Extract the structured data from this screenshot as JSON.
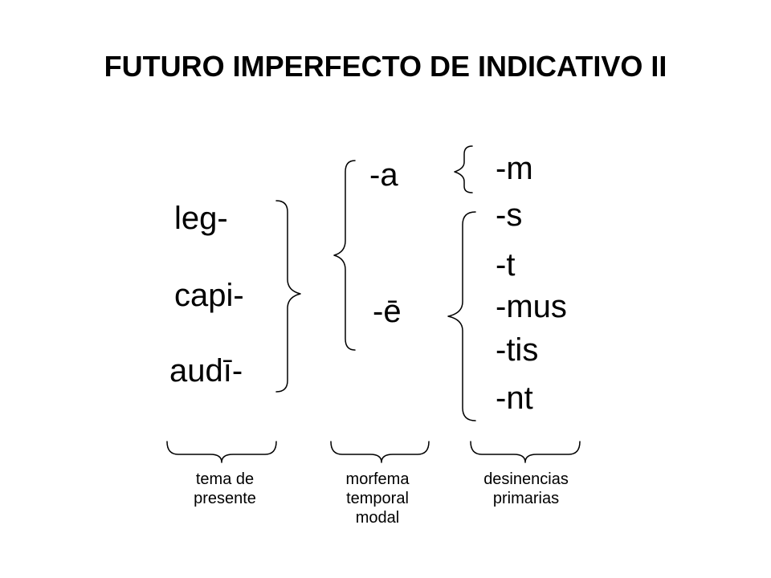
{
  "title": "FUTURO IMPERFECTO DE INDICATIVO II",
  "stems": [
    "leg-",
    "capi-",
    "audī-"
  ],
  "modal_morphemes": [
    "-a",
    "-ē"
  ],
  "endings": [
    "-m",
    "-s",
    "-t",
    "-mus",
    "-tis",
    "-nt"
  ],
  "captions": {
    "stem": [
      "tema de",
      "presente"
    ],
    "modal": [
      "morfema",
      "temporal",
      "modal"
    ],
    "endings": [
      "desinencias",
      "primarias"
    ]
  }
}
